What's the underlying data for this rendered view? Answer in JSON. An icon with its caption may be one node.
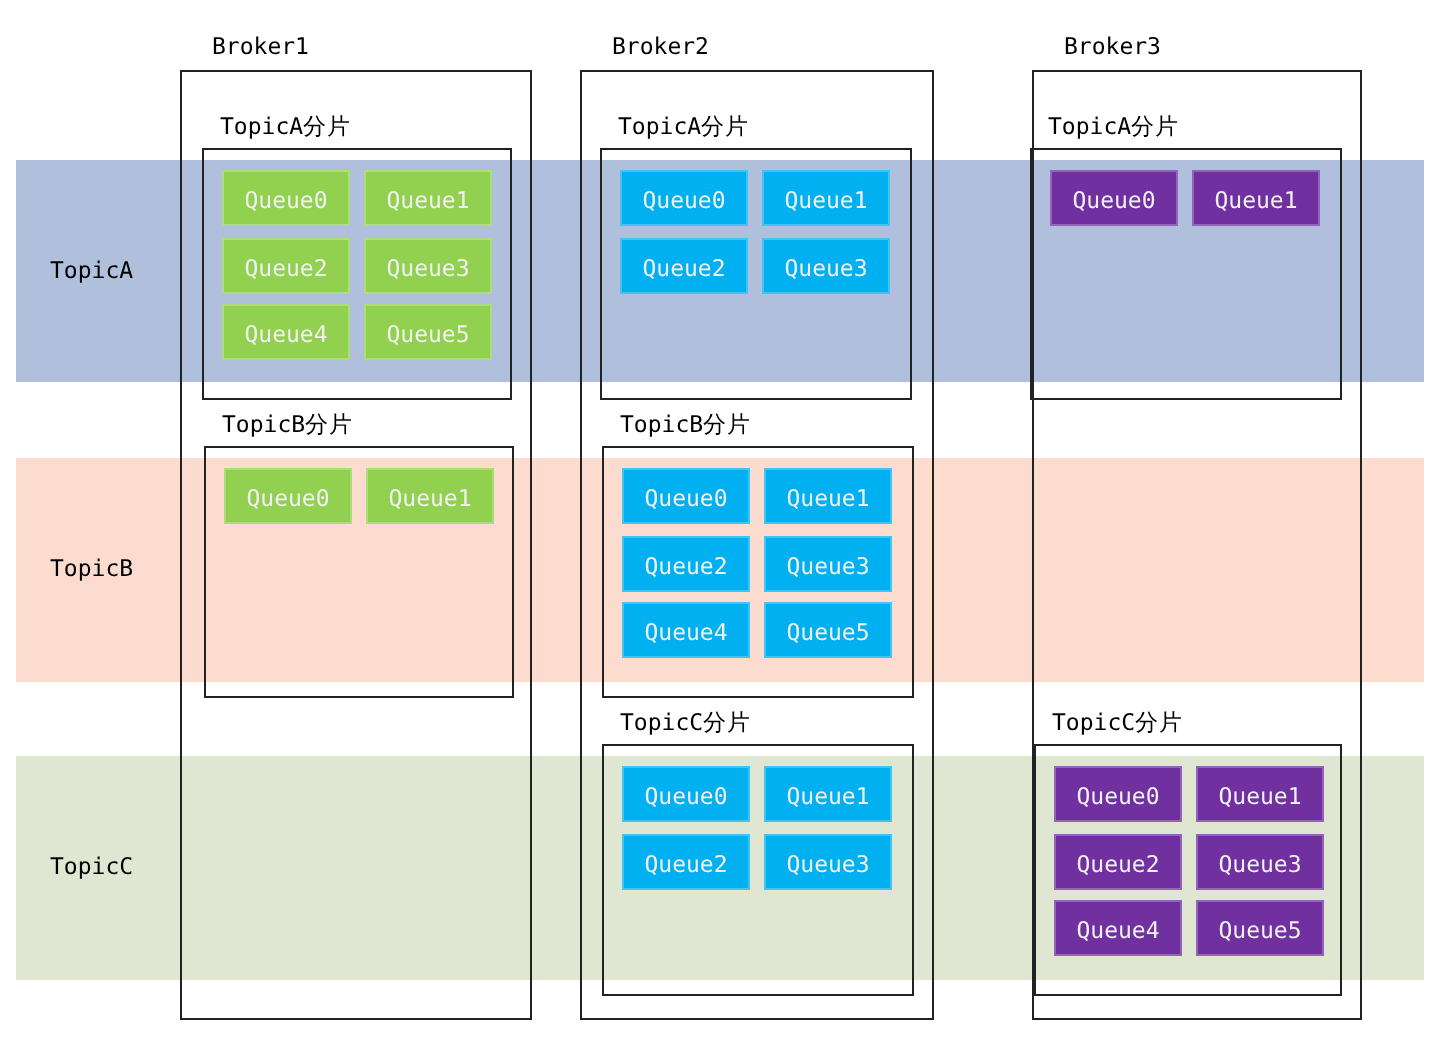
{
  "diagram": {
    "nodes": [
      {
        "text": [
          "TopicA"
        ]
      },
      {
        "text": [
          "TopicB"
        ]
      },
      {
        "text": [
          "TopicC"
        ]
      },
      {
        "text": [
          "Broker1"
        ]
      },
      {
        "text": [
          "TopicA分片"
        ],
        "in": 3
      },
      {
        "text": [
          "Queue0"
        ],
        "in": 4
      },
      {
        "text": [
          "Queue1"
        ],
        "in": 4
      },
      {
        "text": [
          "Queue2"
        ],
        "in": 4
      },
      {
        "text": [
          "Queue3"
        ],
        "in": 4
      },
      {
        "text": [
          "Queue4"
        ],
        "in": 4
      },
      {
        "text": [
          "Queue5"
        ],
        "in": 4
      },
      {
        "text": [
          "TopicB分片"
        ],
        "in": 3
      },
      {
        "text": [
          "Queue0"
        ],
        "in": 11
      },
      {
        "text": [
          "Queue1"
        ],
        "in": 11
      },
      {
        "text": [
          "Broker2"
        ]
      },
      {
        "text": [
          "TopicA分片"
        ],
        "in": 14
      },
      {
        "text": [
          "Queue0"
        ],
        "in": 15
      },
      {
        "text": [
          "Queue1"
        ],
        "in": 15
      },
      {
        "text": [
          "Queue2"
        ],
        "in": 15
      },
      {
        "text": [
          "Queue3"
        ],
        "in": 15
      },
      {
        "text": [
          "TopicB分片"
        ],
        "in": 14
      },
      {
        "text": [
          "Queue0"
        ],
        "in": 20
      },
      {
        "text": [
          "Queue1"
        ],
        "in": 20
      },
      {
        "text": [
          "Queue2"
        ],
        "in": 20
      },
      {
        "text": [
          "Queue3"
        ],
        "in": 20
      },
      {
        "text": [
          "Queue4"
        ],
        "in": 20
      },
      {
        "text": [
          "Queue5"
        ],
        "in": 20
      },
      {
        "text": [
          "TopicC分片"
        ],
        "in": 14
      },
      {
        "text": [
          "Queue0"
        ],
        "in": 27
      },
      {
        "text": [
          "Queue1"
        ],
        "in": 27
      },
      {
        "text": [
          "Queue2"
        ],
        "in": 27
      },
      {
        "text": [
          "Queue3"
        ],
        "in": 27
      },
      {
        "text": [
          "Broker3"
        ]
      },
      {
        "text": [
          "TopicA分片"
        ],
        "in": 32
      },
      {
        "text": [
          "Queue0"
        ],
        "in": 33
      },
      {
        "text": [
          "Queue1"
        ],
        "in": 33
      },
      {
        "text": [
          "TopicC分片"
        ],
        "in": 32
      },
      {
        "text": [
          "Queue0"
        ],
        "in": 36
      },
      {
        "text": [
          "Queue1"
        ],
        "in": 36
      },
      {
        "text": [
          "Queue2"
        ],
        "in": 36
      },
      {
        "text": [
          "Queue3"
        ],
        "in": 36
      },
      {
        "text": [
          "Queue4"
        ],
        "in": 36
      },
      {
        "text": [
          "Queue5"
        ],
        "in": 36
      }
    ]
  }
}
